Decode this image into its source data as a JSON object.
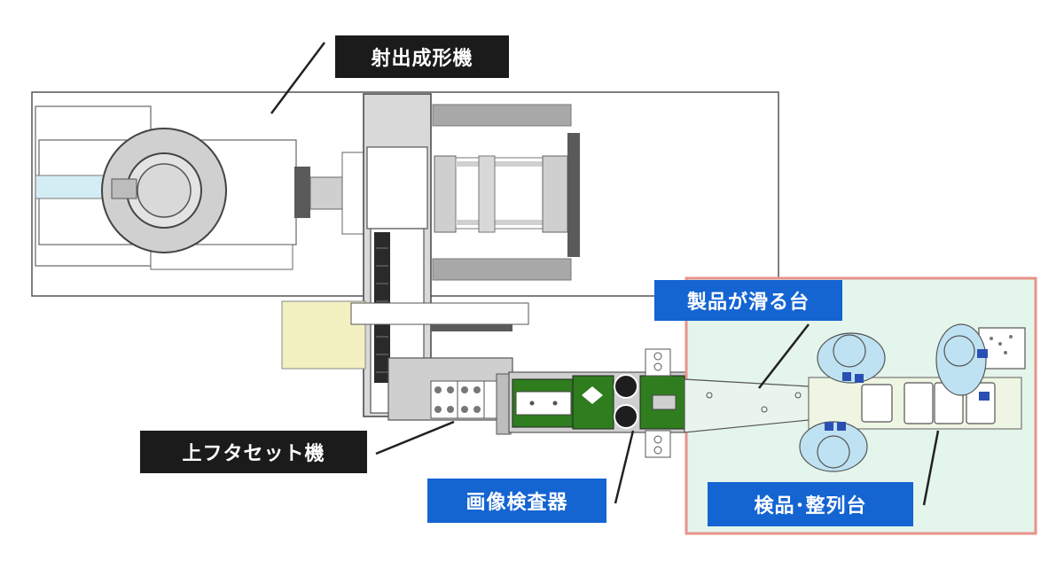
{
  "labels": {
    "injection_molding_machine": "射出成形機",
    "lid_setting_machine": "上フタセット機",
    "image_inspector": "画像検査器",
    "product_slide_table": "製品が滑る台",
    "inspection_alignment_table": "検品･整列台"
  },
  "colors": {
    "label_dark": "#1b1b1b",
    "label_blue": "#1464d2",
    "inspection_area_fill": "#e4f5ec",
    "inspection_area_border": "#e8938a",
    "machine_gray": "#d9d9d9",
    "conveyor_green": "#2f7d1e",
    "yellow_unit": "#f3f0c2",
    "worker_blue": "#bfe2f2"
  }
}
